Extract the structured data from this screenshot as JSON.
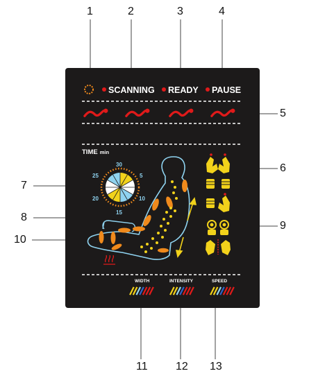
{
  "callouts": {
    "c1": "1",
    "c2": "2",
    "c3": "3",
    "c4": "4",
    "c5": "5",
    "c6": "6",
    "c7": "7",
    "c8": "8",
    "c9": "9",
    "c10": "10",
    "c11": "11",
    "c12": "12",
    "c13": "13"
  },
  "status": {
    "scanning": "SCANNING",
    "ready": "READY",
    "pause": "PAUSE"
  },
  "timer": {
    "label": "TIME",
    "unit": "min",
    "marks": [
      "30",
      "5",
      "10",
      "15",
      "20",
      "25"
    ]
  },
  "bottom": {
    "width": "WIDTH",
    "intensity": "INTENSITY",
    "speed": "SPEED"
  },
  "colors": {
    "panel": "#1c1a1a",
    "red": "#e01a1a",
    "yellow": "#f2d21b",
    "orange": "#f08a1c",
    "cyan": "#8fd3f0",
    "blue": "#2f63c9"
  }
}
